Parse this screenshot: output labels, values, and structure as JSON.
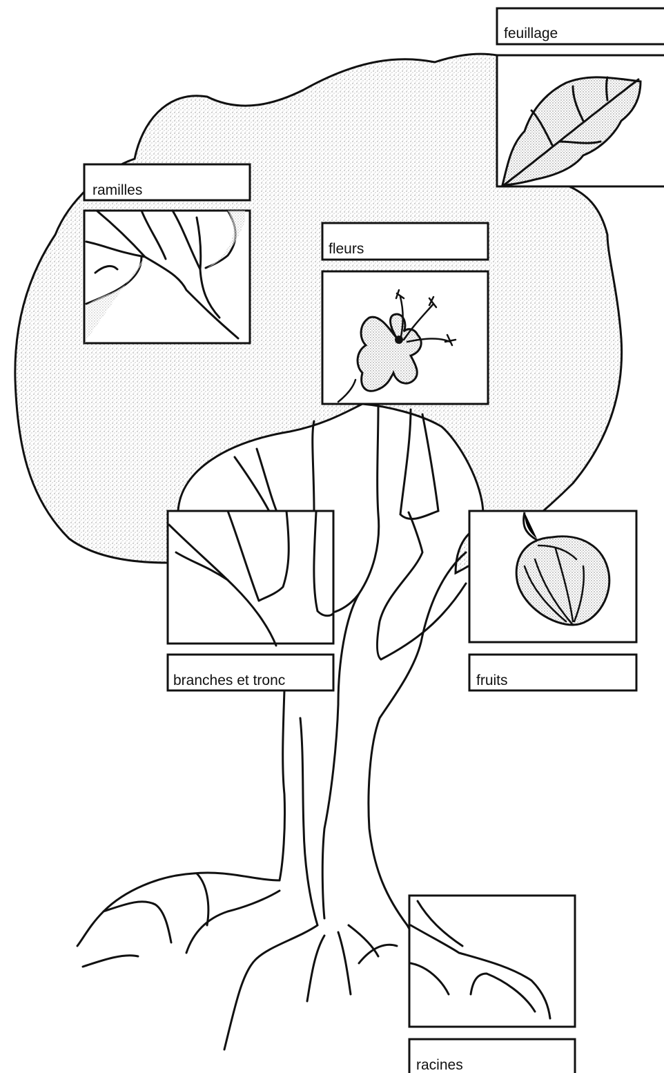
{
  "labels": {
    "feuillage": "feuillage",
    "ramilles": "ramilles",
    "fleurs": "fleurs",
    "branches_et_tronc": "branches et tronc",
    "fruits": "fruits",
    "racines": "racines"
  },
  "colors": {
    "stroke": "#111111",
    "stipple": "#9a9a9a",
    "background": "#ffffff"
  },
  "icons": {
    "feuillage": "leaf-icon",
    "ramilles": "twig-icon",
    "fleurs": "flower-icon",
    "branches_et_tronc": "branch-icon",
    "fruits": "fruit-icon",
    "racines": "root-icon"
  }
}
